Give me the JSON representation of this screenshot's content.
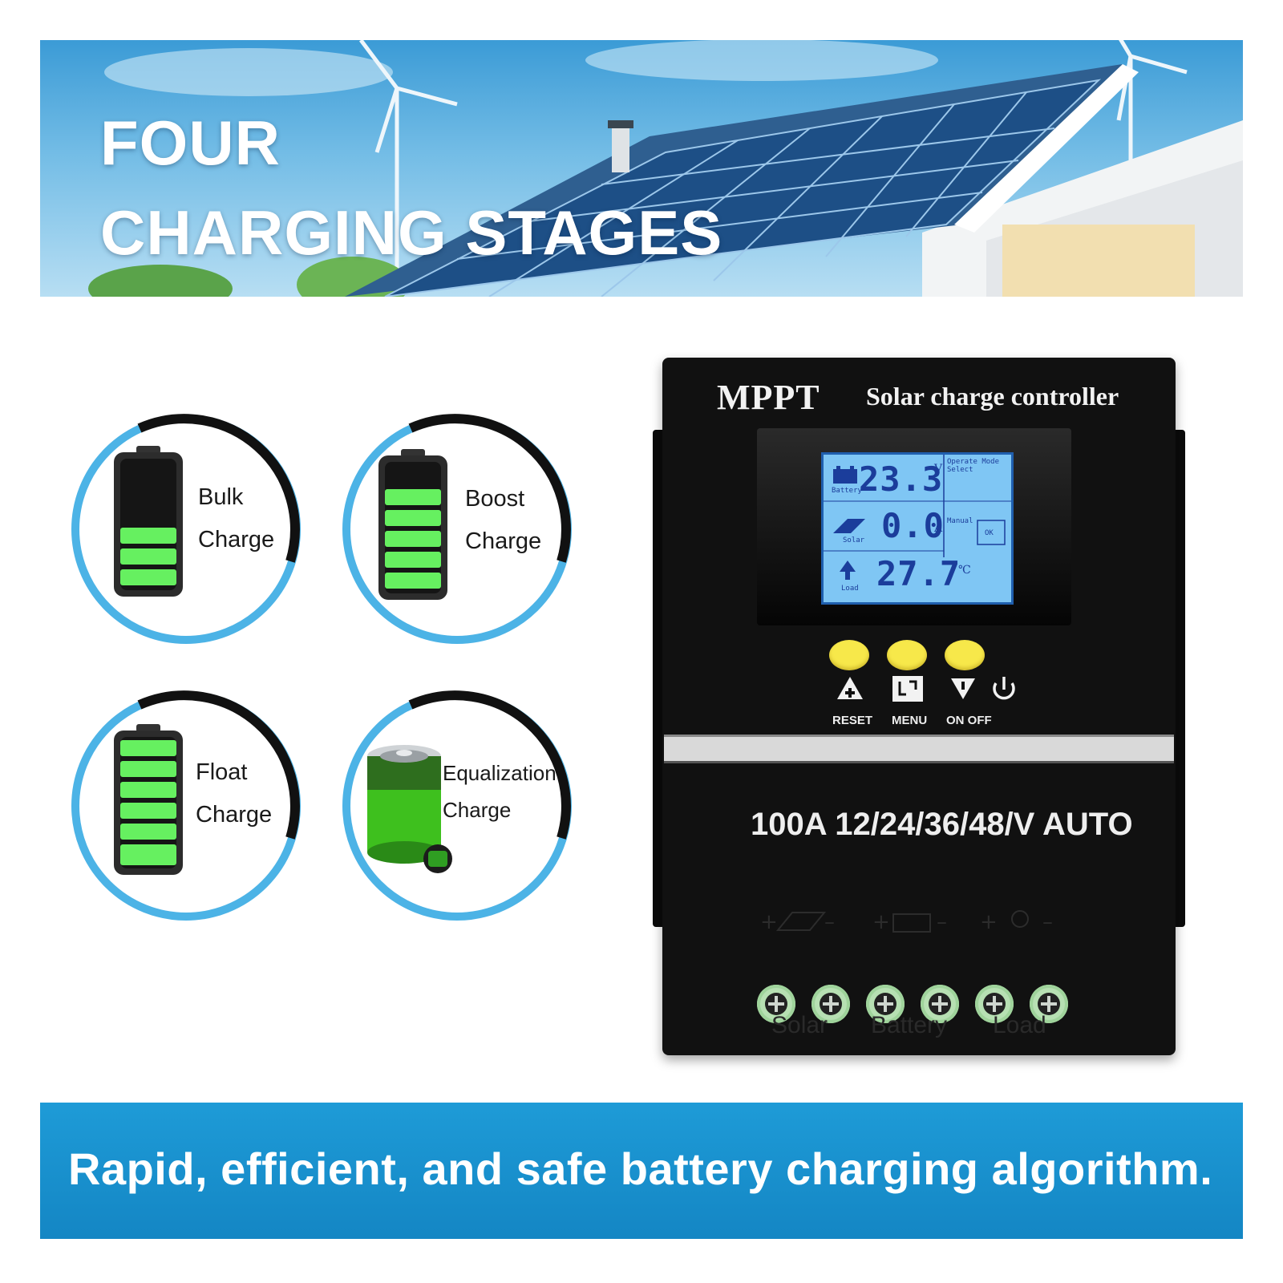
{
  "banner": {
    "title_line1": "FOUR",
    "title_line2": "CHARGING STAGES"
  },
  "stages": [
    {
      "line1": "Bulk",
      "line2": "Charge",
      "icon": "battery-low-icon"
    },
    {
      "line1": "Boost",
      "line2": "Charge",
      "icon": "battery-mid-icon"
    },
    {
      "line1": "Float",
      "line2": "Charge",
      "icon": "battery-full-icon"
    },
    {
      "line1": "Equalization",
      "line2": "Charge",
      "icon": "battery-plug-icon"
    }
  ],
  "controller": {
    "brand": "MPPT",
    "subtitle": "Solar charge controller",
    "lcd": {
      "battery_voltage": "23.3",
      "battery_unit": "V",
      "battery_label": "Battery",
      "solar_current": "0.0",
      "solar_unit": "A",
      "solar_label": "Solar",
      "temperature": "27.7",
      "temperature_unit": "℃",
      "load_label": "Load",
      "mode_line1": "Operate Mode",
      "mode_line2": "Select",
      "manual_label": "Manual",
      "ok_label": "OK"
    },
    "buttons": [
      {
        "label": "RESET",
        "icon": "up-arrow-plus-icon"
      },
      {
        "label": "MENU",
        "icon": "menu-icon"
      },
      {
        "label": "ON OFF",
        "icon": "down-arrow-power-icon"
      }
    ],
    "rating": "100A 12/24/36/48/V AUTO",
    "terminal_groups": [
      "Solar",
      "Battery",
      "Load"
    ]
  },
  "footer": {
    "text": "Rapid, efficient, and safe battery charging algorithm."
  },
  "colors": {
    "accent_blue": "#1e9bd7",
    "ring_blue": "#4cb3e6",
    "battery_green": "#66f060",
    "lcd_blue": "#7fc6f4",
    "button_yellow": "#f7e84a"
  }
}
